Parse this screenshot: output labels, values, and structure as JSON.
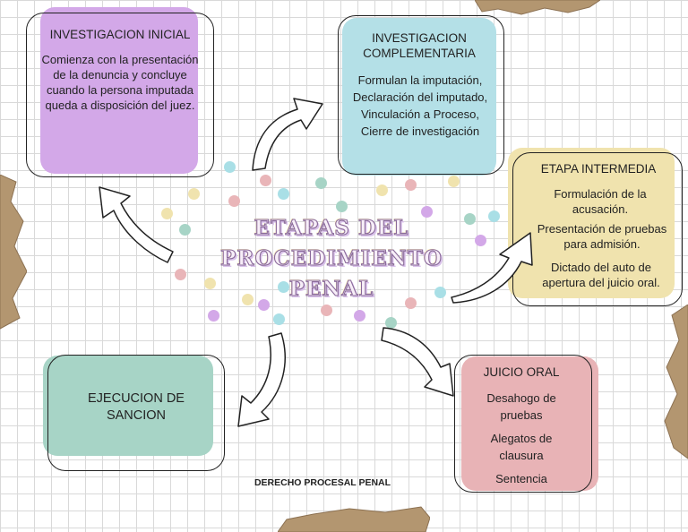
{
  "title": {
    "line1": "ETAPAS DEL",
    "line2": "PROCEDIMIENTO",
    "line3": "PENAL"
  },
  "footer": "DERECHO PROCESAL PENAL",
  "colors": {
    "investigacion_inicial": "#d3a8e8",
    "investigacion_complementaria": "#b4e0e7",
    "etapa_intermedia": "#f0e3ae",
    "juicio_oral": "#e8b3b6",
    "ejecucion": "#a7d4c6",
    "torn_paper": "#b39670"
  },
  "stages": {
    "inicial": {
      "heading": "INVESTIGACION INICIAL",
      "body": "Comienza con la presentación de la denuncia y concluye cuando la persona imputada queda a disposición del juez."
    },
    "complementaria": {
      "heading_line1": "INVESTIGACION",
      "heading_line2": "COMPLEMENTARIA",
      "body": "Formulan la imputación, Declaración del imputado, Vinculación a Proceso, Cierre de investigación"
    },
    "intermedia": {
      "heading": "ETAPA INTERMEDIA",
      "items": [
        "Formulación de la acusación.",
        "Presentación de pruebas para admisión.",
        "Dictado del auto de apertura del juicio oral."
      ]
    },
    "juicio": {
      "heading": "JUICIO ORAL",
      "items": [
        "Desahogo de pruebas",
        "Alegatos de clausura",
        "Sentencia"
      ]
    },
    "ejecucion": {
      "heading": "EJECUCION DE SANCION"
    }
  }
}
